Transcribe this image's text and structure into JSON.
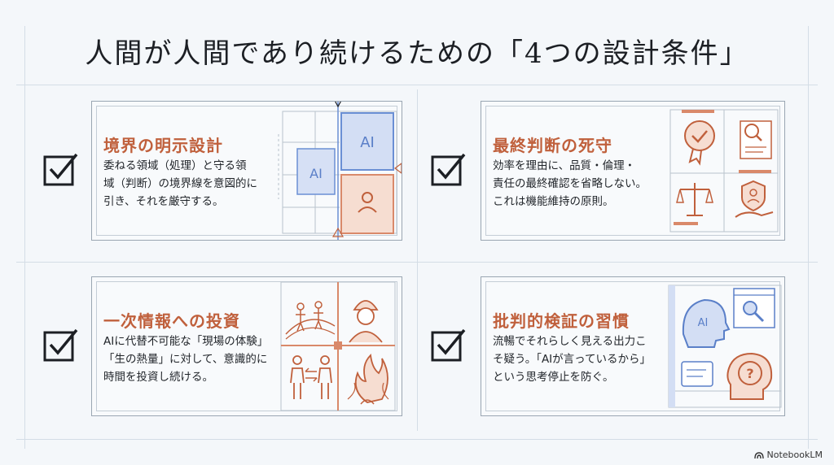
{
  "title": "人間が人間であり続けるための「4つの設計条件」",
  "cards": [
    {
      "title": "境界の明示設計",
      "body": "委ねる領域（処理）と守る領\n域（判断）の境界線を意図的に\n引き、それを厳守する。",
      "illus": {
        "ai_label_a": "AI",
        "ai_label_b": "AI"
      }
    },
    {
      "title": "最終判断の死守",
      "body": "効率を理由に、品質・倫理・\n責任の最終確認を省略しない。\nこれは機能維持の原則。"
    },
    {
      "title": "一次情報への投資",
      "body": "AIに代替不可能な「現場の体験」\n「生の熱量」に対して、意識的に\n時間を投資し続ける。"
    },
    {
      "title": "批判的検証の習慣",
      "body": "流暢でそれらしく見える出力こ\nそ疑う。「AIが言っているから」\nという思考停止を防ぐ。",
      "illus": {
        "ai_label": "AI"
      }
    }
  ],
  "brand": "NotebookLM",
  "colors": {
    "accent": "#c0603c",
    "blue": "#5a7fc8",
    "ink": "#1c1f24"
  }
}
